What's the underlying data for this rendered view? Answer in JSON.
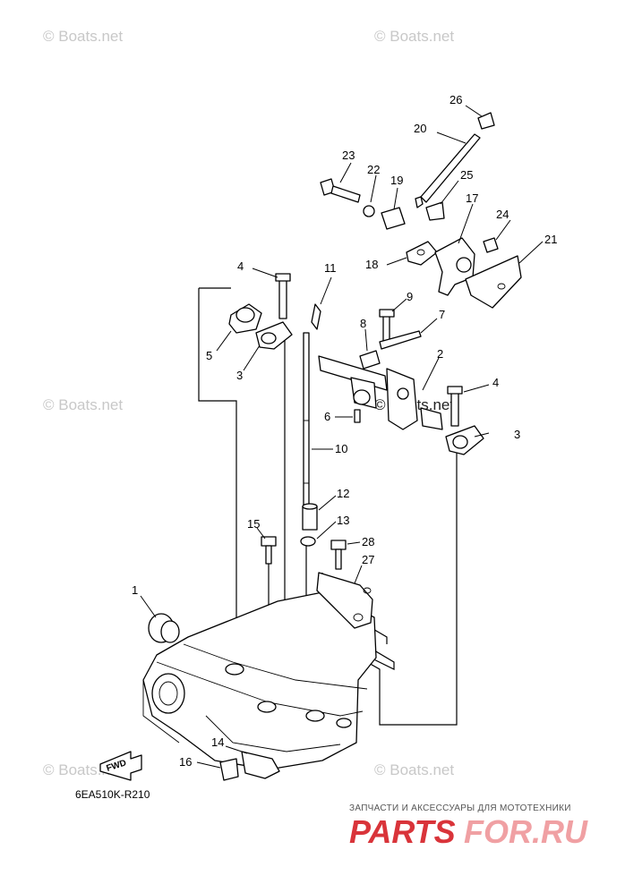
{
  "watermarks": {
    "top_left": "© Boats.net",
    "top_right": "© Boats.net",
    "mid_left": "© Boats.net",
    "mid_center": "© Boats.net",
    "bottom_left": "© Boats.net",
    "bottom_right": "© Boats.net"
  },
  "diagram": {
    "code": "6EA510K-R210",
    "fwd_label": "FWD",
    "callouts": {
      "c1": "1",
      "c2": "2",
      "c3a": "3",
      "c3b": "3",
      "c4a": "4",
      "c4b": "4",
      "c5": "5",
      "c6": "6",
      "c7": "7",
      "c8": "8",
      "c9": "9",
      "c10": "10",
      "c11": "11",
      "c12": "12",
      "c13": "13",
      "c14": "14",
      "c15": "15",
      "c16": "16",
      "c17": "17",
      "c18": "18",
      "c19": "19",
      "c20": "20",
      "c21": "21",
      "c22": "22",
      "c23": "23",
      "c24": "24",
      "c25": "25",
      "c26": "26",
      "c27": "27",
      "c28": "28"
    }
  },
  "banner": {
    "tagline": "ЗАПЧАСТИ И АКСЕССУАРЫ ДЛЯ МОТОТЕХНИКИ",
    "brand_part1": "PARTS",
    "brand_part2": "FOR.RU"
  }
}
